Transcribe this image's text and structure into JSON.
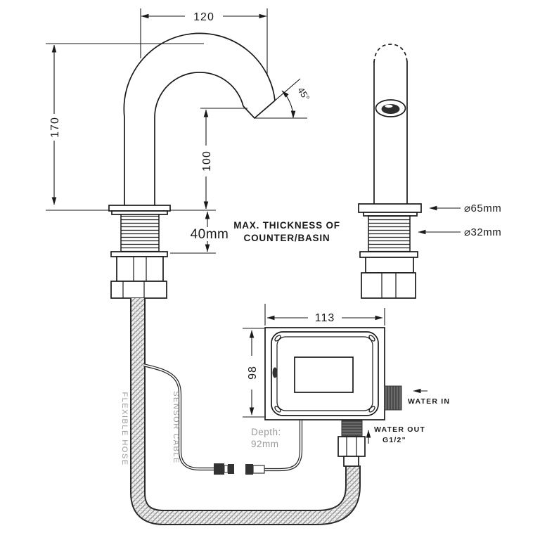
{
  "side_view": {
    "dim_reach": "120",
    "dim_height": "170",
    "dim_outlet_height": "100",
    "dim_angle": "45°",
    "dim_counter_thickness": "40mm",
    "note_line1": "MAX. THICKNESS OF",
    "note_line2": "COUNTER/BASIN"
  },
  "front_view": {
    "dim_flange_diameter": "⌀65mm",
    "dim_shank_diameter": "⌀32mm"
  },
  "control_box": {
    "dim_width": "113",
    "dim_height": "98",
    "depth_label": "Depth:",
    "depth_value": "92mm",
    "water_in": "WATER IN",
    "water_out": "WATER OUT",
    "water_out_thread": "G1/2\""
  },
  "cables": {
    "flexible_hose": "FLEXIBLE HOSE",
    "sensor_cable": "SENSOR CABLE"
  },
  "colors": {
    "line": "#1a1a1a",
    "muted_label": "#9a9a9a",
    "connector_fill": "#4a4a4a"
  }
}
